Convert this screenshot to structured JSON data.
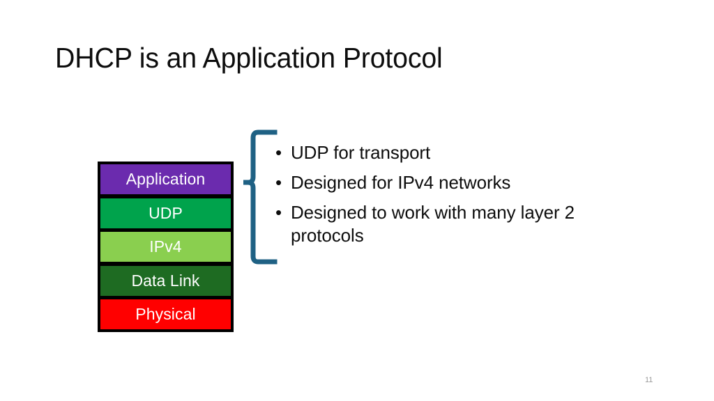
{
  "slide": {
    "title": "DHCP is an Application Protocol",
    "page_number": "11",
    "background_color": "#FFFFFF",
    "title_color": "#0D0D0D",
    "page_number_color": "#9B9B9B"
  },
  "stack": {
    "border_color": "#000000",
    "label_color": "#FFFFFF",
    "layers": [
      {
        "label": "Application",
        "color": "#6B2BAE"
      },
      {
        "label": "UDP",
        "color": "#00A34C"
      },
      {
        "label": "IPv4",
        "color": "#8ACF4F"
      },
      {
        "label": "Data Link",
        "color": "#1E6B22"
      },
      {
        "label": "Physical",
        "color": "#FF0000"
      }
    ]
  },
  "brace": {
    "name": "curly-brace",
    "color": "#1F6184",
    "orientation": "opens-left"
  },
  "bullets": {
    "marker": "•",
    "items": [
      "UDP for transport",
      "Designed for IPv4 networks",
      "Designed to work with many layer 2 protocols"
    ]
  }
}
